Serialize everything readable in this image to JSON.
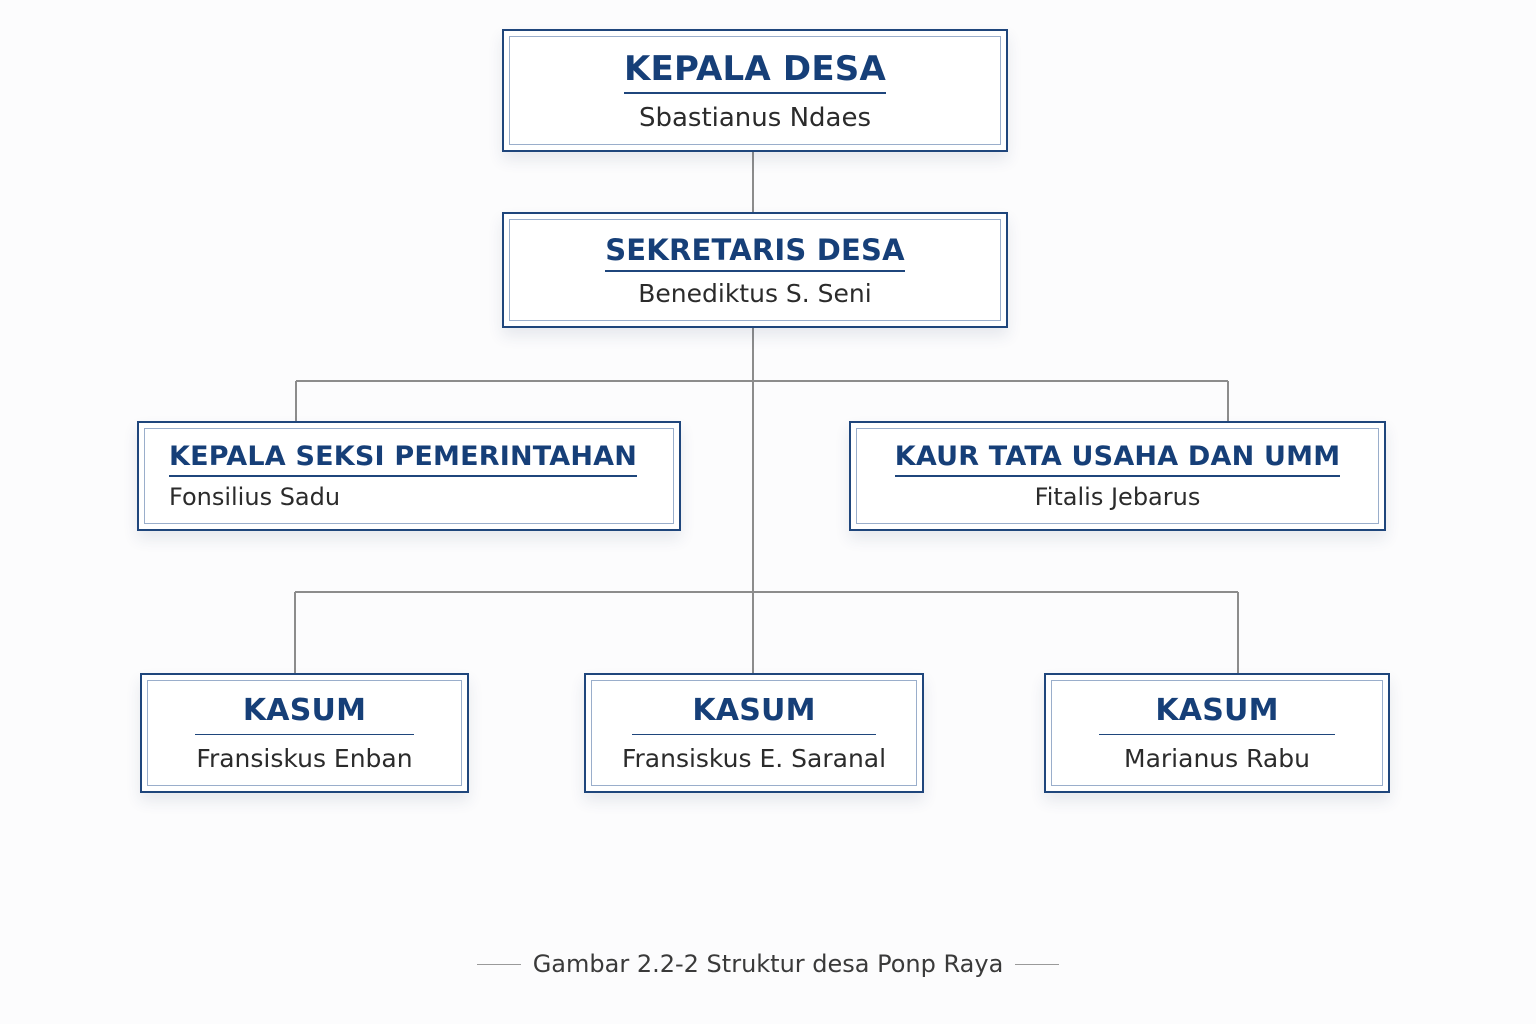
{
  "org_chart": {
    "kepala_desa": {
      "title": "KEPALA DESA",
      "name": "Sbastianus Ndaes"
    },
    "sekretaris_desa": {
      "title": "SEKRETARIS DESA",
      "name": "Benediktus S. Seni"
    },
    "kepala_seksi_pemerintahan": {
      "title": "KEPALA SEKSI PEMERINTAHAN",
      "name": "Fonsilius Sadu"
    },
    "kaur_tata_usaha": {
      "title": "KAUR TATA USAHA DAN UMM",
      "name": "Fitalis Jebarus"
    },
    "kasum": [
      {
        "title": "KASUM",
        "name": "Fransiskus Enban"
      },
      {
        "title": "KASUM",
        "name": "Fransiskus E. Saranal"
      },
      {
        "title": "KASUM",
        "name": "Marianus Rabu"
      }
    ]
  },
  "caption": "Gambar 2.2-2 Struktur desa Ponp Raya",
  "colors": {
    "box_border": "#1f467c",
    "title_text": "#163f78",
    "connector": "#8c8c8c"
  }
}
